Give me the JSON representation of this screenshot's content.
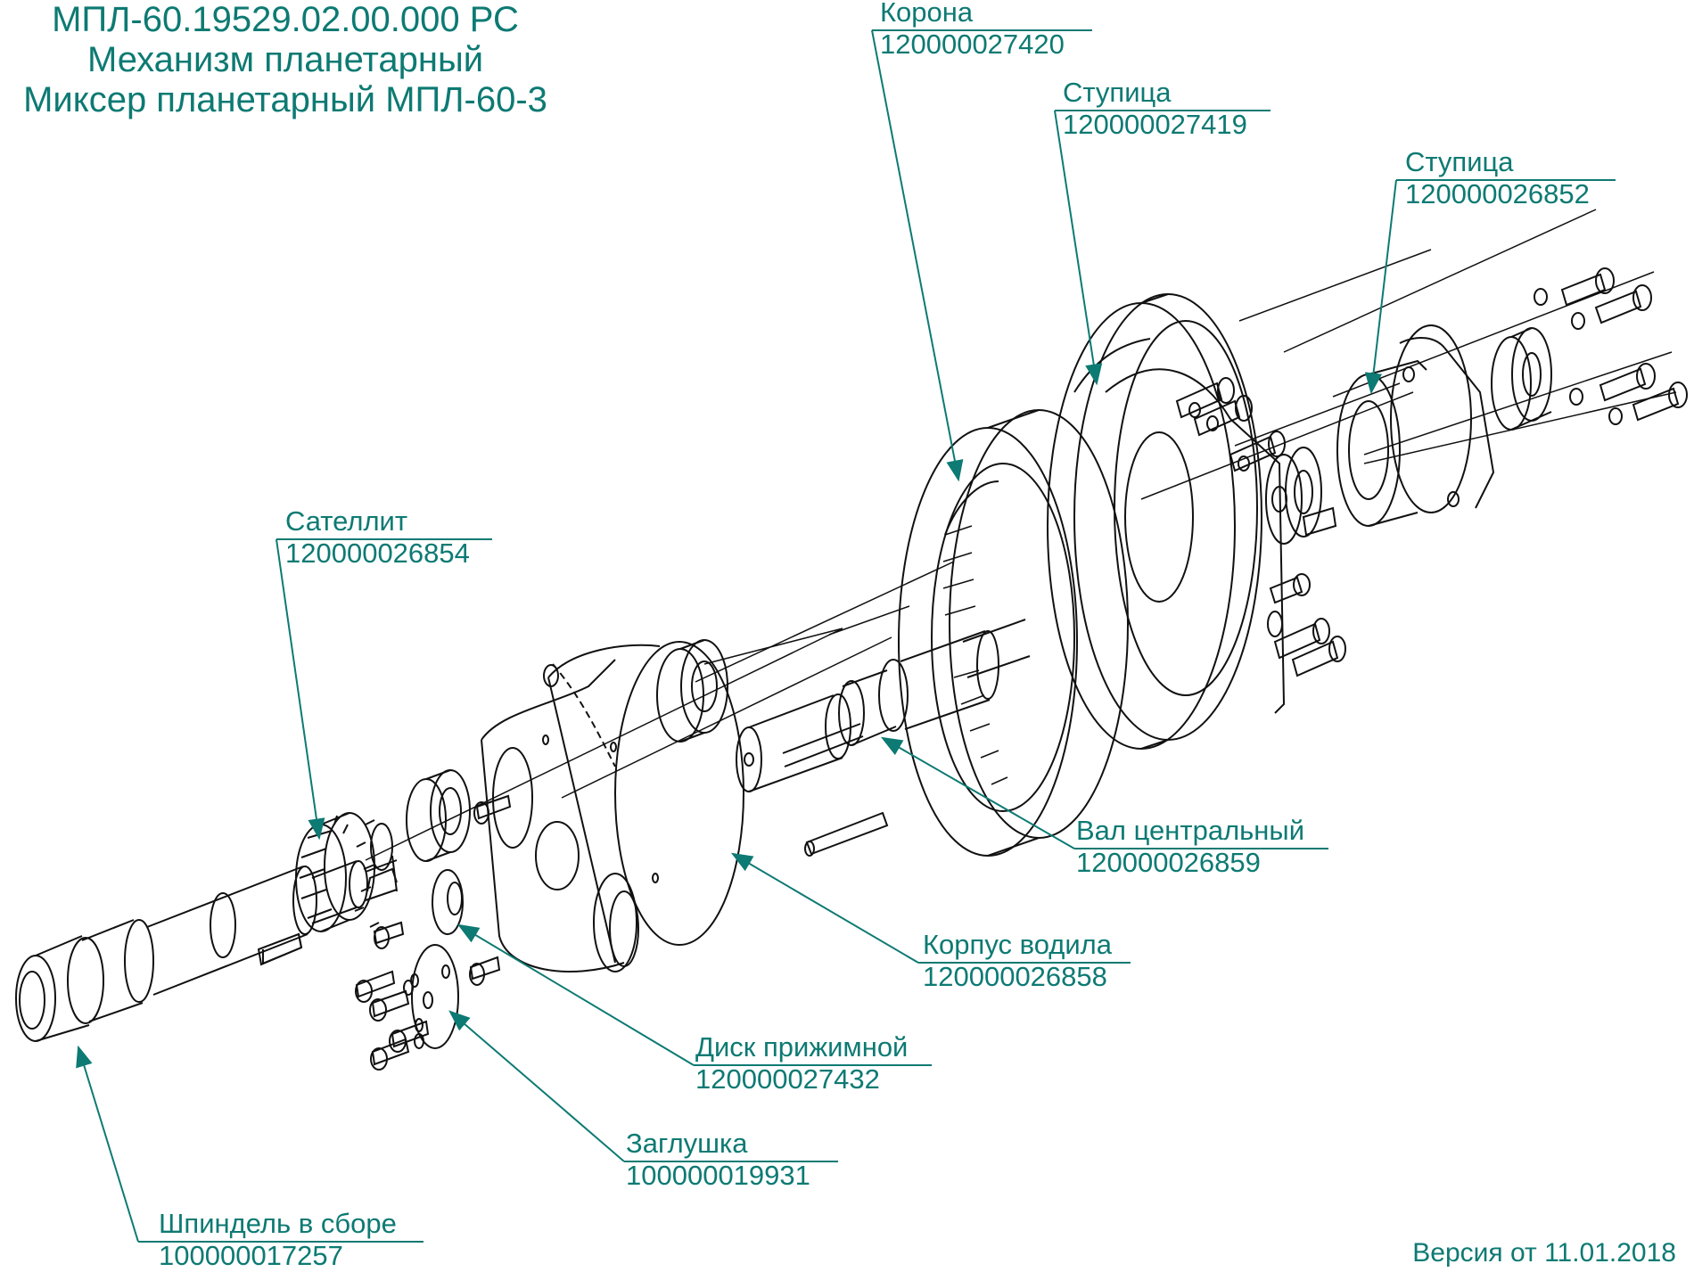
{
  "title": {
    "doc_number": "МПЛ-60.19529.02.00.000 РС",
    "assembly": "Механизм планетарный",
    "product": "Миксер планетарный МПЛ-60-3"
  },
  "callouts": [
    {
      "id": "korona",
      "name": "Корона",
      "part_number": "120000027420"
    },
    {
      "id": "stupica-1",
      "name": "Ступица",
      "part_number": "120000027419"
    },
    {
      "id": "stupica-2",
      "name": "Ступица",
      "part_number": "120000026852"
    },
    {
      "id": "satellit",
      "name": "Сателлит",
      "part_number": "120000026854"
    },
    {
      "id": "val",
      "name": "Вал центральный",
      "part_number": "120000026859"
    },
    {
      "id": "korpus",
      "name": "Корпус водила",
      "part_number": "120000026858"
    },
    {
      "id": "disk",
      "name": "Диск прижимной",
      "part_number": "120000027432"
    },
    {
      "id": "zaglushka",
      "name": "Заглушка",
      "part_number": "100000019931"
    },
    {
      "id": "shpindel",
      "name": "Шпиндель в сборе",
      "part_number": "100000017257"
    }
  ],
  "version_text": "Версия от 11.01.2018",
  "colors": {
    "callout": "#0d7a73",
    "drawing": "#111111",
    "background": "#ffffff"
  }
}
